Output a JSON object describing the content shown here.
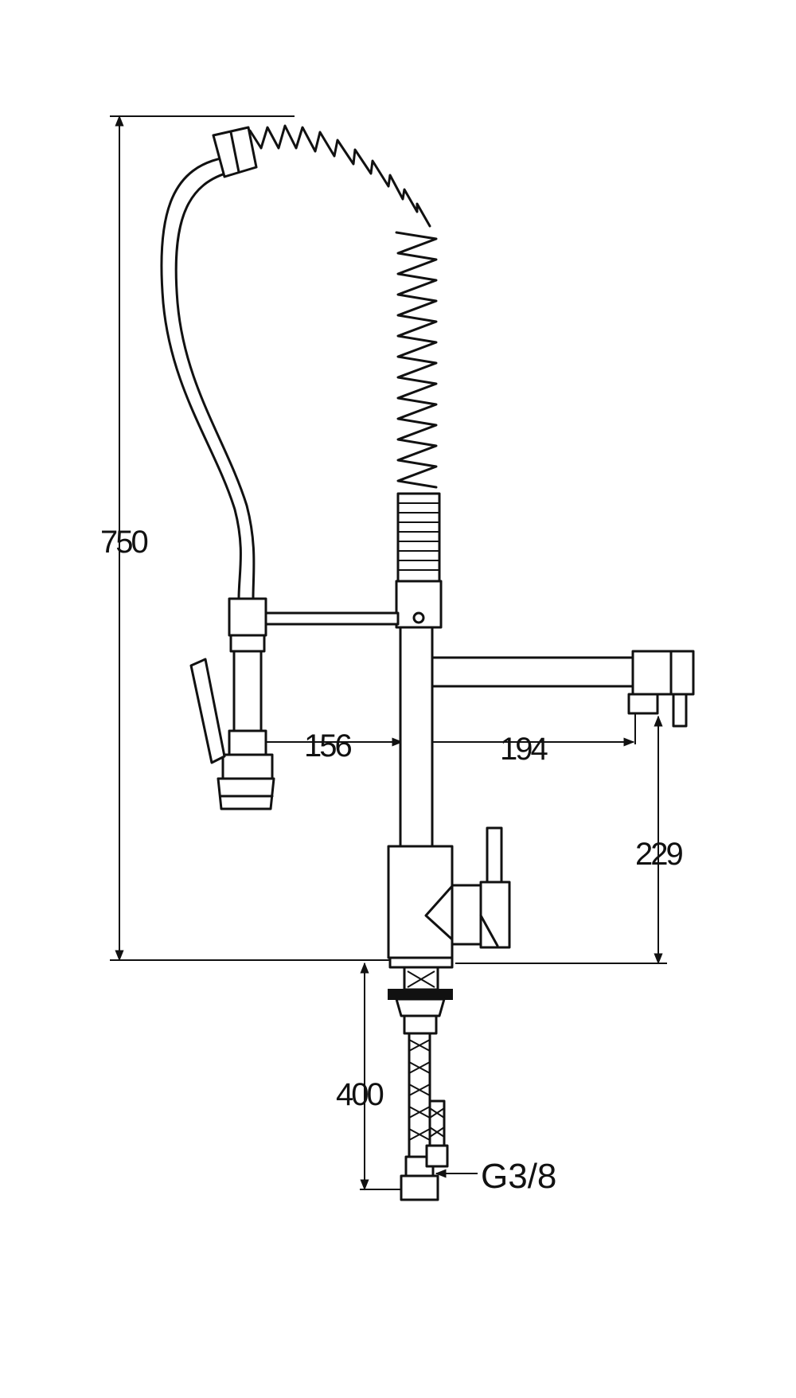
{
  "dimensions": {
    "total_height": "750",
    "hose_offset": "156",
    "spout_reach": "194",
    "spout_height": "229",
    "supply_hose_length": "400",
    "connection_thread": "G3/8"
  },
  "colors": {
    "line": "#111111",
    "background": "#ffffff"
  }
}
